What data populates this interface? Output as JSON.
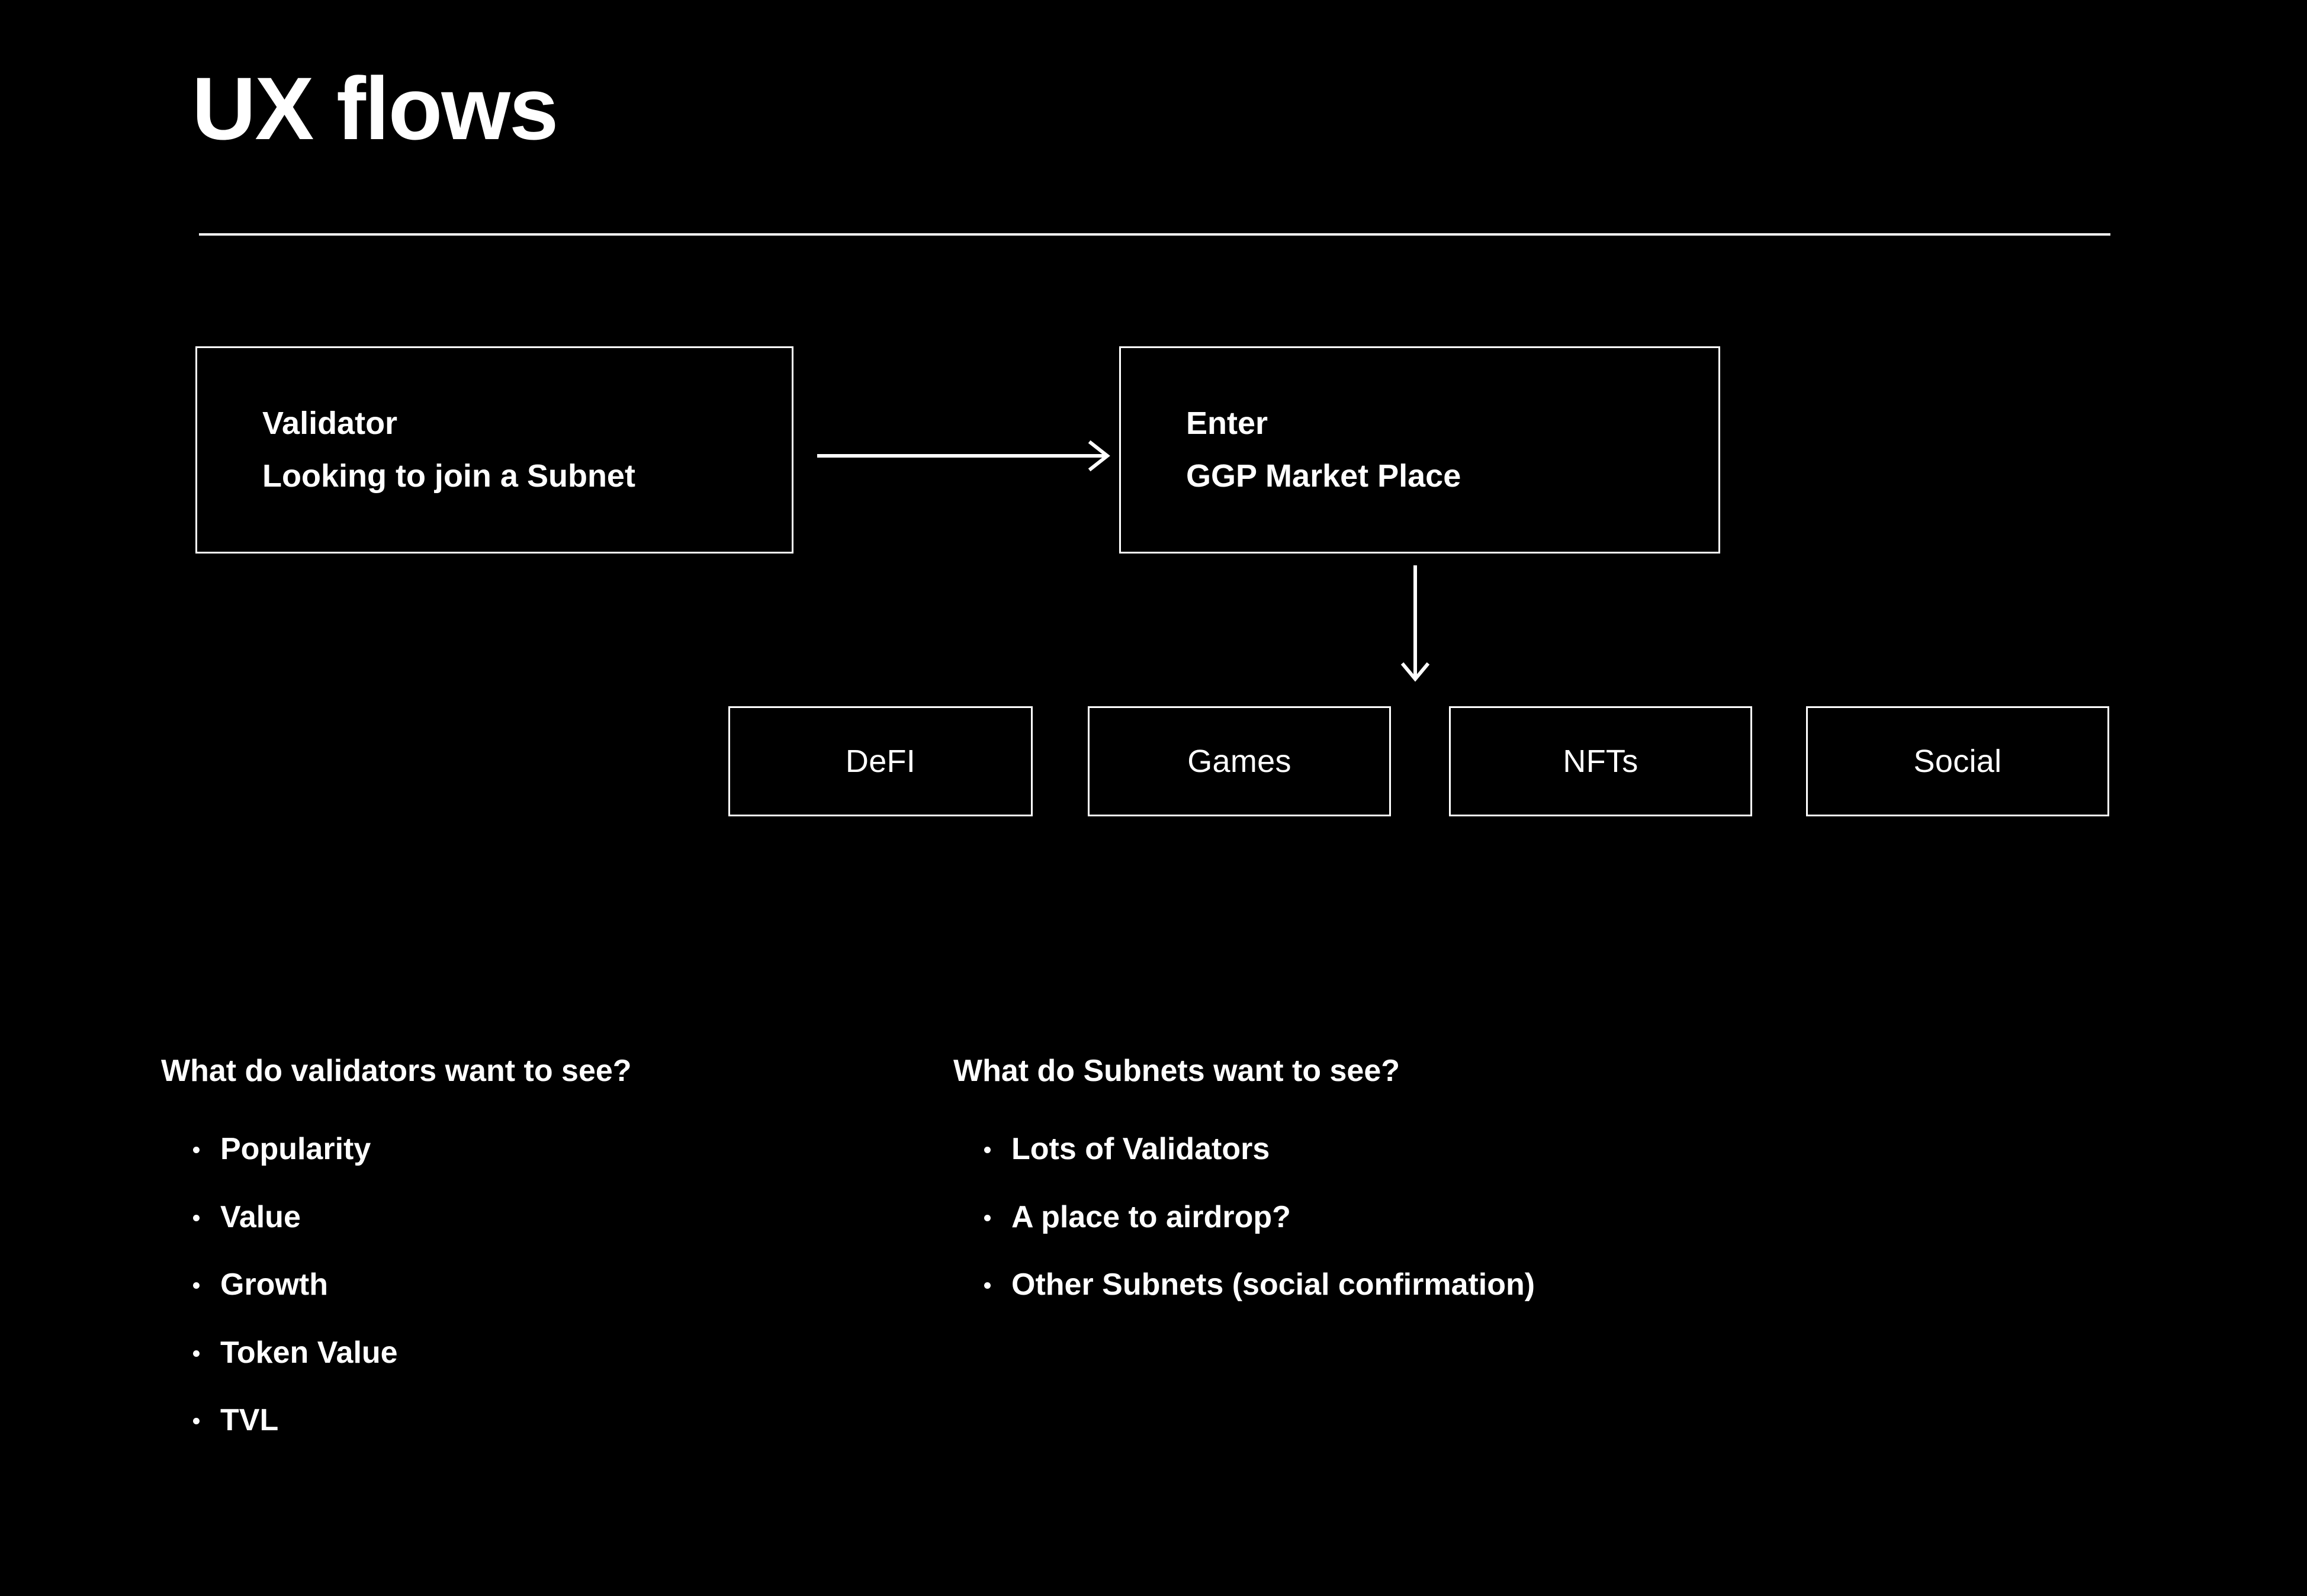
{
  "slide": {
    "title": "UX flows",
    "background_color": "#000000",
    "foreground_color": "#ffffff"
  },
  "flow": {
    "boxes": [
      {
        "id": "validator",
        "line1": "Validator",
        "line2": "Looking to join a Subnet",
        "text": "Validator\nLooking to join a Subnet"
      },
      {
        "id": "marketplace",
        "line1": "Enter",
        "line2": "GGP Market Place",
        "text": "Enter\nGGP Market Place"
      }
    ],
    "arrows": [
      {
        "id": "validator-to-marketplace",
        "direction": "right"
      },
      {
        "id": "marketplace-to-categories",
        "direction": "down"
      }
    ],
    "categories": [
      {
        "label": "DeFI"
      },
      {
        "label": "Games"
      },
      {
        "label": "NFTs"
      },
      {
        "label": "Social"
      }
    ]
  },
  "questions": [
    {
      "heading": "What do validators want to see?",
      "bullets": [
        "Popularity",
        "Value",
        "Growth",
        "Token Value",
        "TVL"
      ]
    },
    {
      "heading": "What do Subnets want to see?",
      "bullets": [
        "Lots of Validators",
        "A place to airdrop?",
        "Other Subnets (social confirmation)"
      ]
    }
  ]
}
